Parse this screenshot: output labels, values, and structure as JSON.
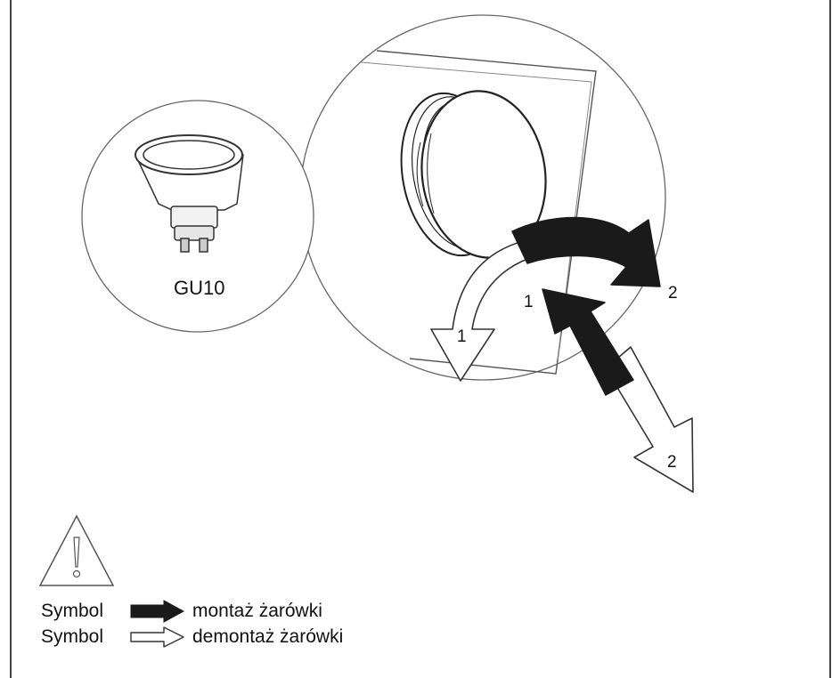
{
  "labels": {
    "lamp_type": "GU10",
    "step_1": "1",
    "step_2": "2"
  },
  "legend": [
    {
      "symbol": "Symbol",
      "arrow": "filled-black-arrow",
      "text": "montaż żarówki"
    },
    {
      "symbol": "Symbol",
      "arrow": "outlined-white-arrow",
      "text": "demontaż żarówki"
    }
  ],
  "icons": {
    "warning": "warning-triangle-icon"
  },
  "colors": {
    "mounting_arrow": "#1a1a1a",
    "dismounting_arrow": "#ffffff",
    "line": "#333333"
  }
}
